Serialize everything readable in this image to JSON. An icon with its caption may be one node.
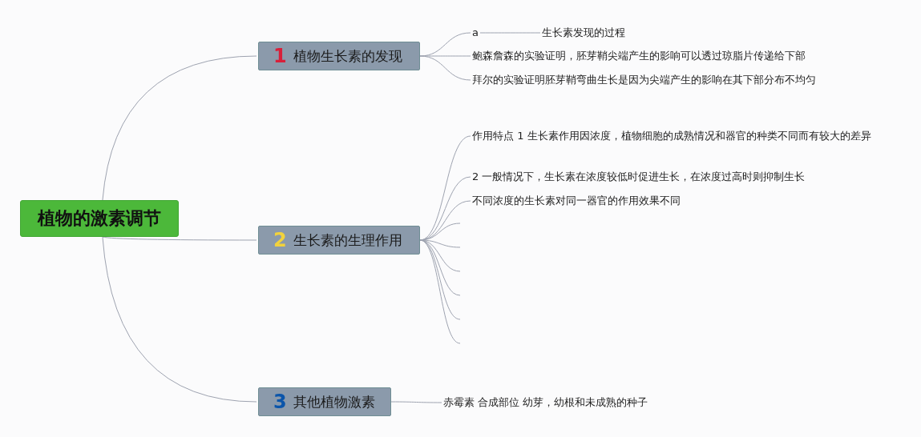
{
  "diagram": {
    "nodes": [
      {
        "text": [
          "植物的激素调节"
        ]
      },
      {
        "text": [
          "1",
          "植物生长素的发现"
        ]
      },
      {
        "text": [
          "2",
          "生长素的生理作用"
        ]
      },
      {
        "text": [
          "3",
          "其他植物激素"
        ]
      },
      {
        "text": [
          "a"
        ]
      },
      {
        "text": [
          "生长素发现的过程"
        ]
      },
      {
        "text": [
          "鲍森詹森的实验证明，胚芽鞘尖端产生的影响可以透过琼脂片传递给下部"
        ]
      },
      {
        "text": [
          "拜尔的实验证明胚芽鞘弯曲生长是因为尖端产生的影响在其下部分布不均匀"
        ]
      },
      {
        "text": [
          "作用特点 1 生长素作用因浓度，植物细胞的成熟情况和器官的种类不同而有较大的差异"
        ]
      },
      {
        "text": [
          "2 一般情况下，生长素在浓度较低时促进生长，在浓度过高时则抑制生长"
        ]
      },
      {
        "text": [
          "不同浓度的生长素对同一器官的作用效果不同"
        ]
      },
      {
        "text": [
          "赤霉素 合成部位 幼芽，幼根和未成熟的种子"
        ]
      }
    ],
    "edges": [
      {
        "from": 0,
        "to": 1,
        "arrow": "none"
      },
      {
        "from": 0,
        "to": 2,
        "arrow": "none"
      },
      {
        "from": 0,
        "to": 3,
        "arrow": "none"
      },
      {
        "from": 1,
        "to": 4,
        "arrow": "none"
      },
      {
        "from": 4,
        "to": 5,
        "arrow": "none"
      },
      {
        "from": 1,
        "to": 6,
        "arrow": "none"
      },
      {
        "from": 1,
        "to": 7,
        "arrow": "none"
      },
      {
        "from": 2,
        "to": 8,
        "arrow": "none"
      },
      {
        "from": 2,
        "to": 9,
        "arrow": "none"
      },
      {
        "from": 2,
        "to": 10,
        "arrow": "none"
      },
      {
        "from": 2,
        "to": null,
        "arrow": "none"
      },
      {
        "from": 2,
        "to": null,
        "arrow": "none"
      },
      {
        "from": 2,
        "to": null,
        "arrow": "none"
      },
      {
        "from": 2,
        "to": null,
        "arrow": "none"
      },
      {
        "from": 2,
        "to": null,
        "arrow": "none"
      },
      {
        "from": 2,
        "to": null,
        "arrow": "none"
      },
      {
        "from": 3,
        "to": 11,
        "arrow": "none"
      }
    ]
  }
}
